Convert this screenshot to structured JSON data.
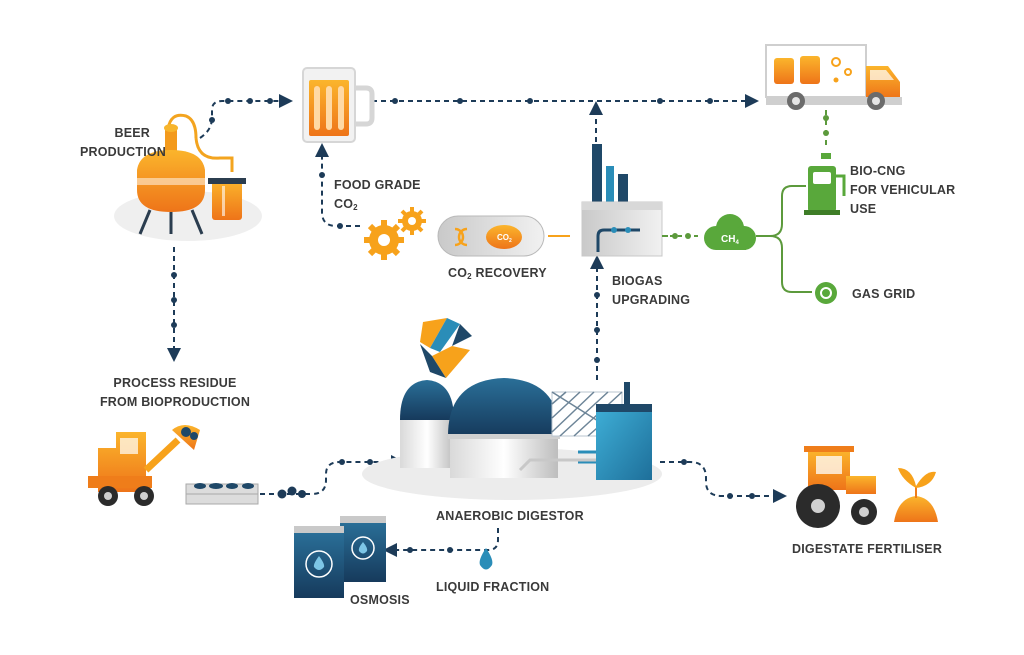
{
  "labels": {
    "beer_production": [
      "BEER",
      "PRODUCTION"
    ],
    "food_grade": "FOOD GRADE",
    "co2_prefix": "CO",
    "co2_sub": "2",
    "co2_recovery_suffix": " RECOVERY",
    "bio_cng": [
      "BIO-CNG",
      "FOR VEHICULAR",
      "USE"
    ],
    "gas_grid": "GAS GRID",
    "biogas_upgrading": [
      "BIOGAS",
      "UPGRADING"
    ],
    "process_residue": [
      "PROCESS RESIDUE",
      "FROM BIOPRODUCTION"
    ],
    "anaerobic_digestor": "ANAEROBIC DIGESTOR",
    "liquid_fraction": "LIQUID FRACTION",
    "osmosis": "OSMOSIS",
    "digestate_fertiliser": "DIGESTATE FERTILISER"
  },
  "tags": {
    "co2_cylinder": "CO",
    "co2_cylinder_sub": "2",
    "ch4": "CH",
    "ch4_sub": "4"
  },
  "colors": {
    "flow_line": "#1d3b58",
    "green_line": "#5c9a3c",
    "orange": "#f7a21b",
    "orange_dark": "#ef7d1a",
    "blue": "#2a8db8",
    "navy": "#1f4868",
    "green": "#59a83b",
    "label": "#3a3a3a"
  }
}
